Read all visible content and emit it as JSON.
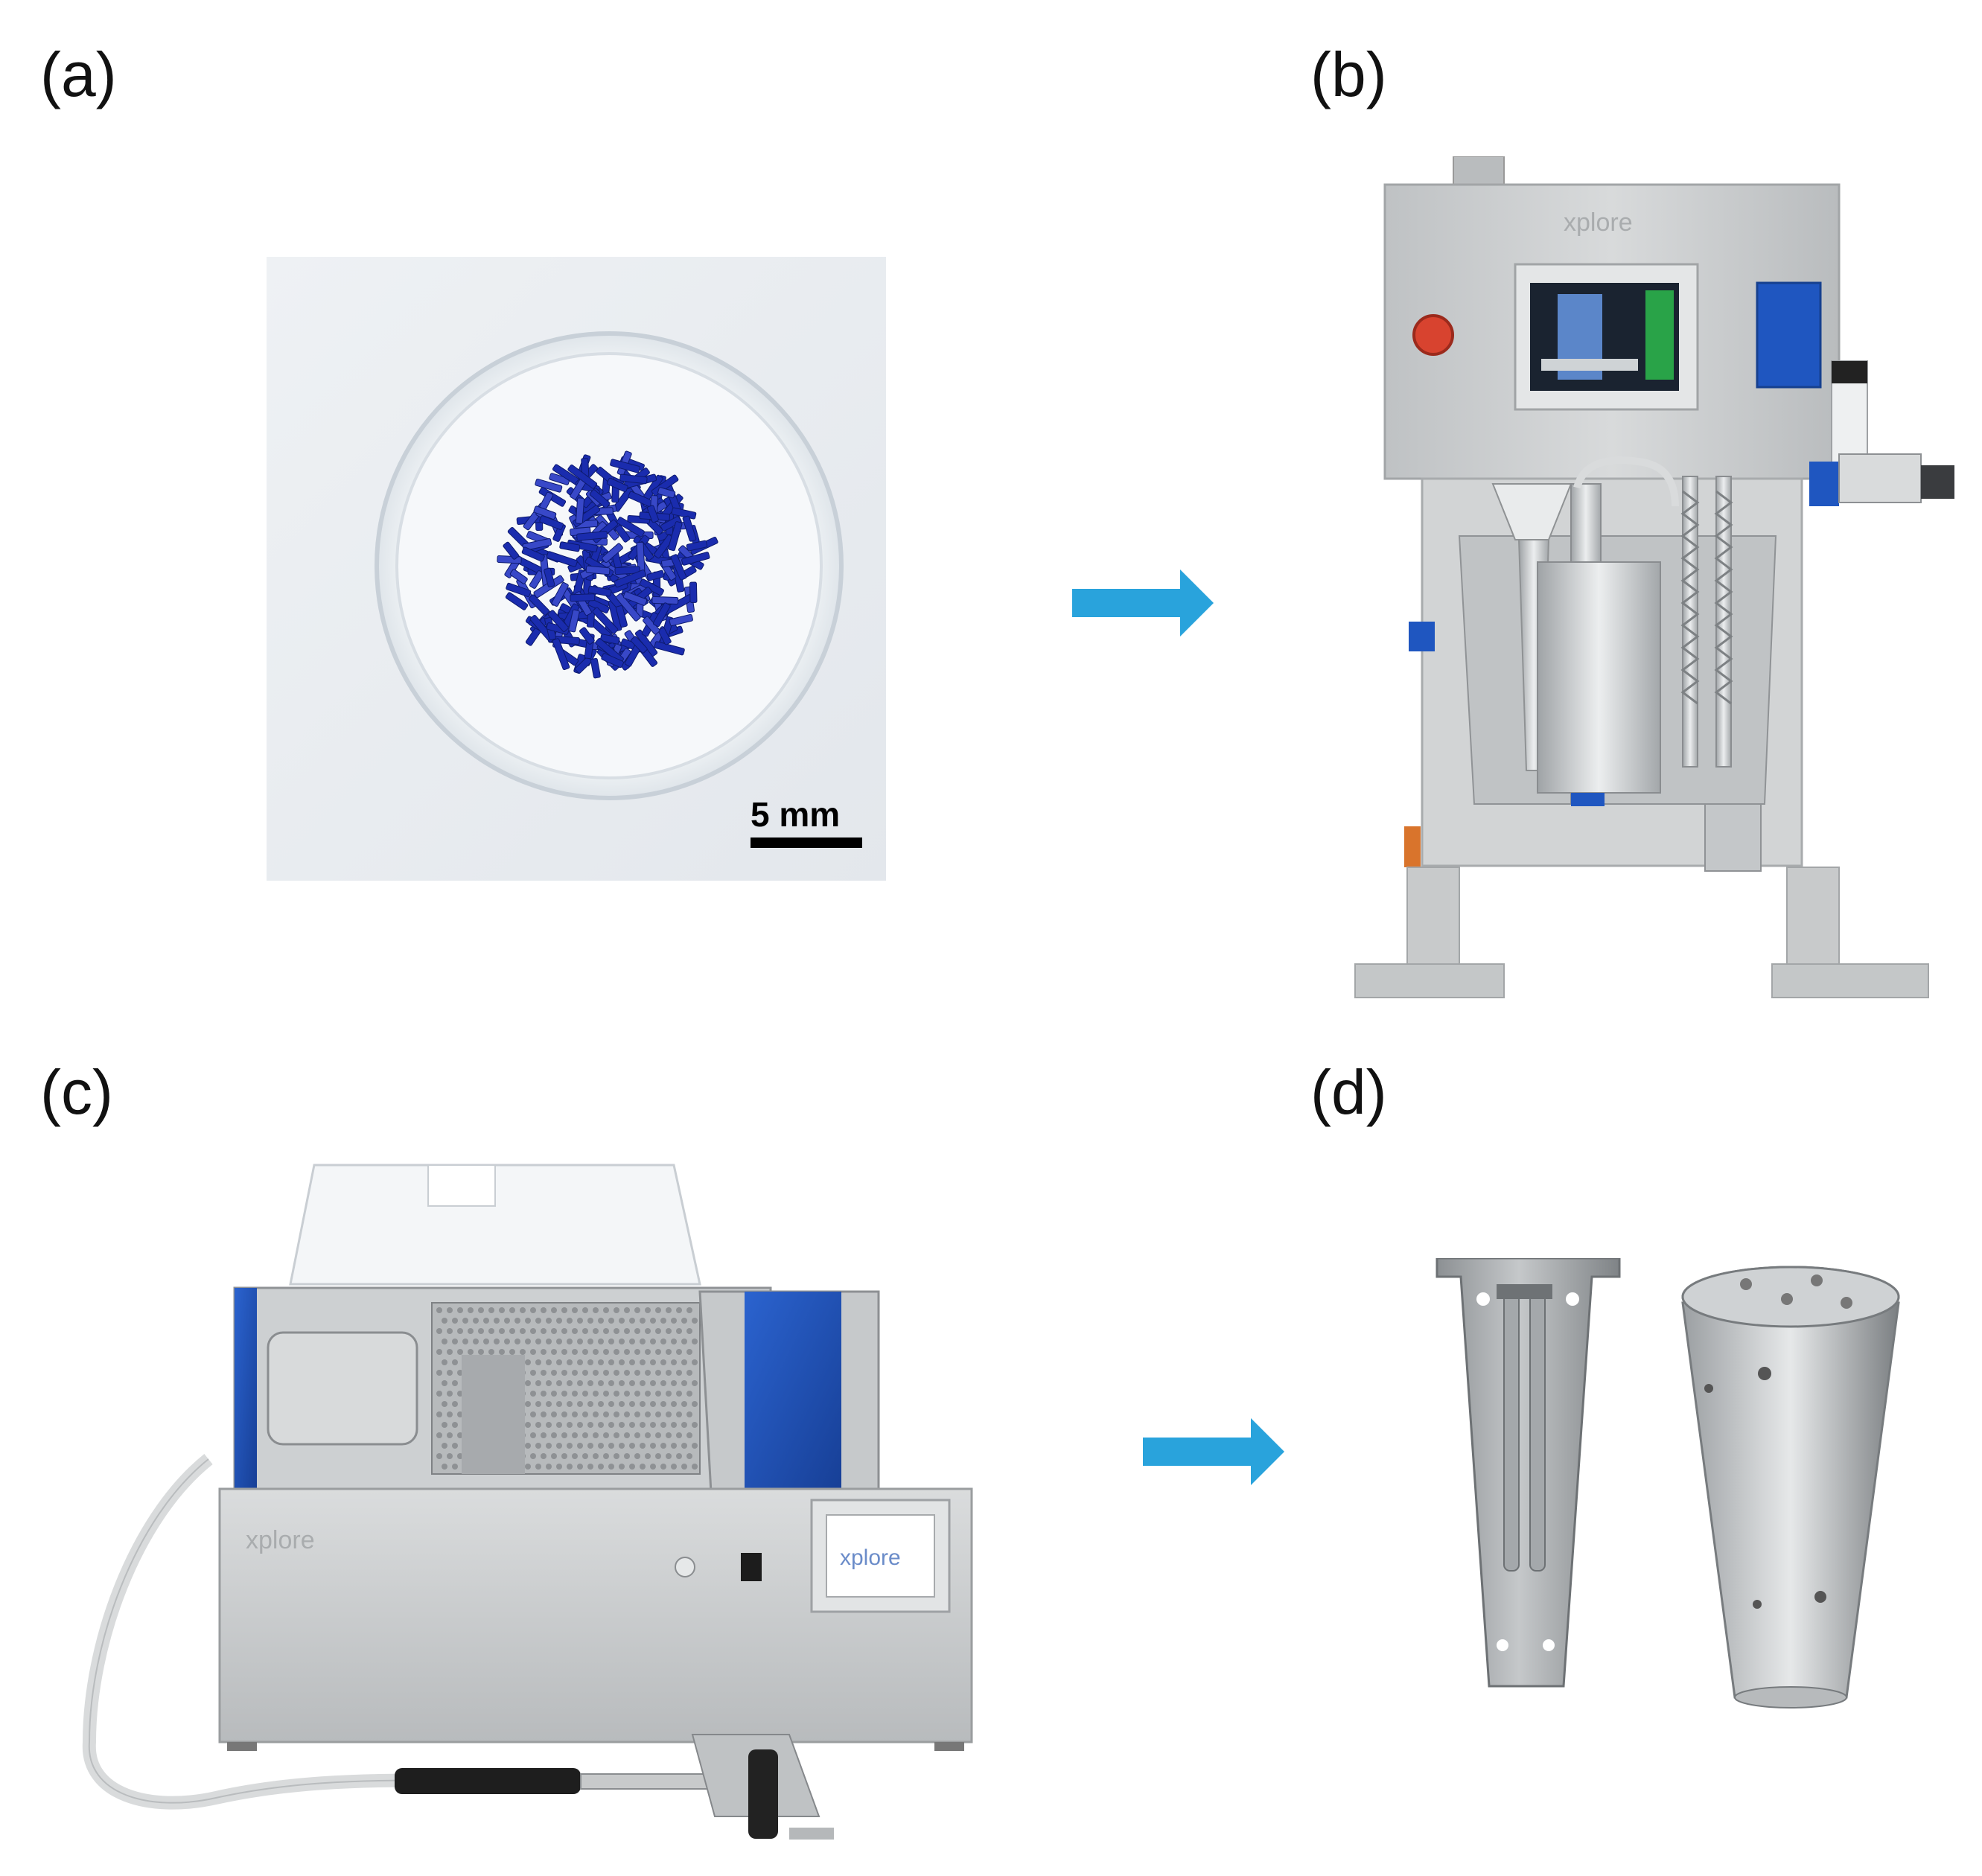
{
  "panels": {
    "a": {
      "label": "(a)",
      "scale_bar": "5 mm"
    },
    "b": {
      "label": "(b)"
    },
    "c": {
      "label": "(c)"
    },
    "d": {
      "label": "(d)"
    }
  },
  "machines": {
    "b_logo": "xplore",
    "c_logo": "xplore",
    "c_screen_logo": "xplore"
  },
  "colors": {
    "arrow": "#29a3dc",
    "granules": "#1a2cae",
    "machine_blue": "#1f56c0",
    "steel": "#c9cbcc"
  }
}
